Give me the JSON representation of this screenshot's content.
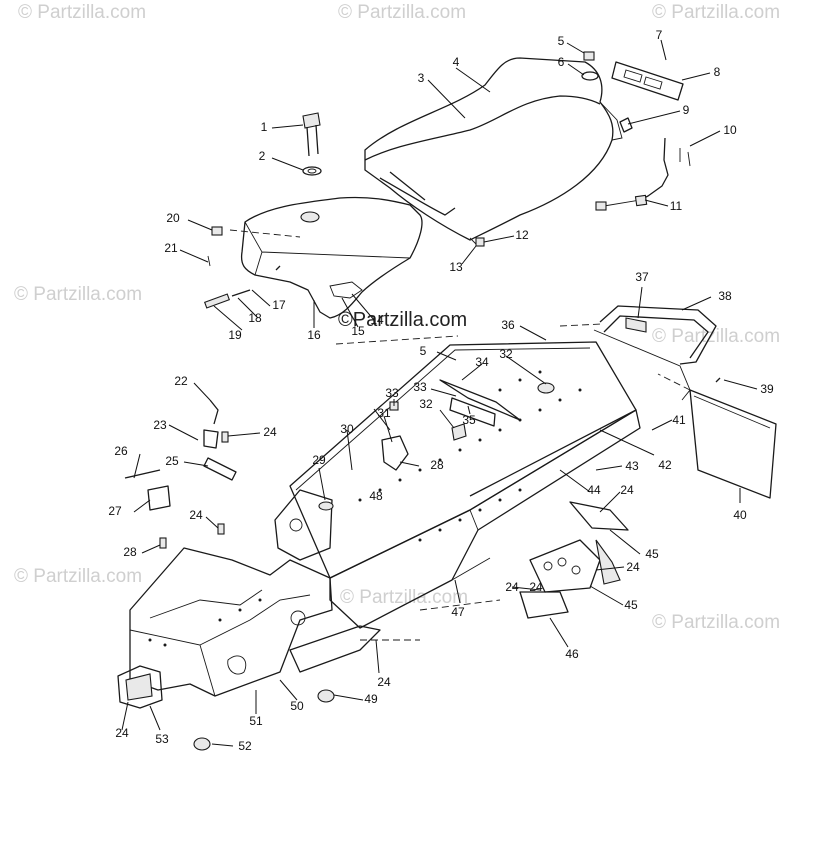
{
  "watermark": {
    "text": "© Partzilla.com",
    "center_text": "©Partzilla.com"
  },
  "callouts": [
    "1",
    "2",
    "3",
    "4",
    "5",
    "6",
    "7",
    "8",
    "9",
    "10",
    "11",
    "12",
    "13",
    "14",
    "15",
    "16",
    "17",
    "18",
    "19",
    "20",
    "21",
    "22",
    "23",
    "24",
    "25",
    "26",
    "27",
    "28",
    "29",
    "30",
    "31",
    "32",
    "33",
    "34",
    "35",
    "36",
    "37",
    "38",
    "39",
    "40",
    "41",
    "42",
    "43",
    "44",
    "45",
    "46",
    "47",
    "48",
    "49",
    "50",
    "51",
    "52",
    "53"
  ]
}
